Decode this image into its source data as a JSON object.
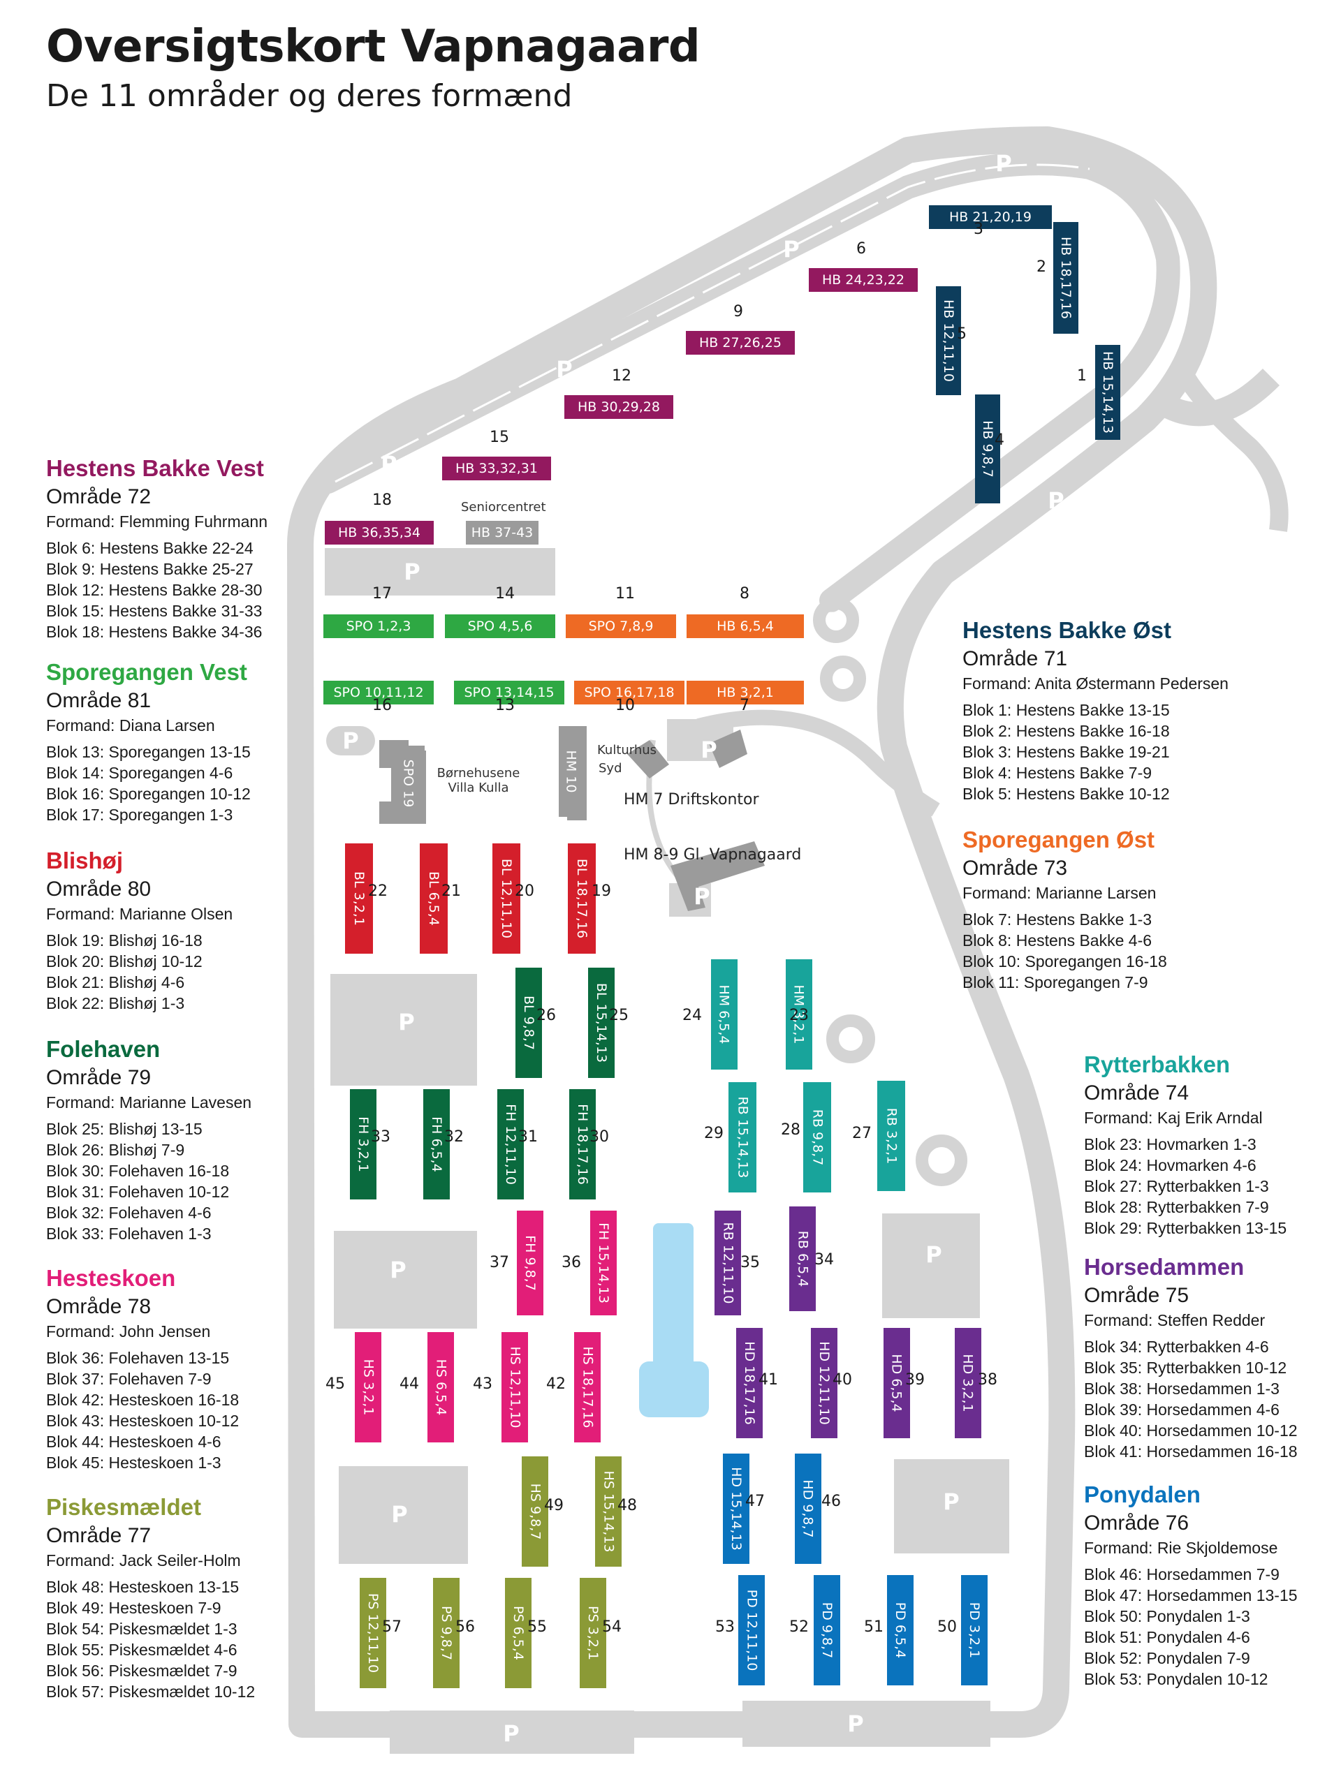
{
  "title": "Oversigtskort Vapnagaard",
  "subtitle": "De 11 områder og deres formænd",
  "colors": {
    "hbv": "#93195f",
    "hbo": "#0d3d5c",
    "spv": "#2ea843",
    "spo": "#ee6a24",
    "bl": "#d41f2b",
    "fh": "#0a6a3e",
    "hs": "#e21e78",
    "ps": "#8b9a36",
    "rb": "#18a49b",
    "hd": "#6a2d8f",
    "pd": "#0a73bd",
    "grey": "#9b9b9b",
    "road": "#d4d4d4",
    "water": "#a9dcf4"
  },
  "parking_symbol": "P",
  "labels": {
    "seniorcentret": "Seniorcentret",
    "bornehusene": "Børnehusene",
    "villa_kulla": "Villa Kulla",
    "kulturhus": "Kulturhus",
    "syd": "Syd",
    "hm7": "HM 7 Driftskontor",
    "hm89": "HM 8-9 Gl. Vapnagaard"
  },
  "legend": [
    {
      "key": "hbv",
      "title": "Hestens Bakke Vest",
      "area": "Område 72",
      "formand": "Formand: Flemming Fuhrmann",
      "blocks": [
        "Blok 6: Hestens Bakke 22-24",
        "Blok 9: Hestens Bakke 25-27",
        "Blok 12: Hestens Bakke 28-30",
        "Blok 15: Hestens Bakke 31-33",
        "Blok 18: Hestens Bakke 34-36"
      ]
    },
    {
      "key": "spv",
      "title": "Sporegangen Vest",
      "area": "Område 81",
      "formand": "Formand: Diana Larsen",
      "blocks": [
        "Blok 13: Sporegangen 13-15",
        "Blok 14: Sporegangen 4-6",
        "Blok 16: Sporegangen 10-12",
        "Blok 17: Sporegangen 1-3"
      ]
    },
    {
      "key": "bl",
      "title": "Blishøj",
      "area": "Område 80",
      "formand": "Formand: Marianne Olsen",
      "blocks": [
        "Blok 19: Blishøj 16-18",
        "Blok 20: Blishøj 10-12",
        "Blok 21: Blishøj 4-6",
        "Blok 22: Blishøj 1-3"
      ]
    },
    {
      "key": "fh",
      "title": "Folehaven",
      "area": "Område 79",
      "formand": "Formand: Marianne Lavesen",
      "blocks": [
        "Blok 25: Blishøj 13-15",
        "Blok 26: Blishøj 7-9",
        "Blok 30: Folehaven 16-18",
        "Blok 31: Folehaven 10-12",
        "Blok 32: Folehaven 4-6",
        "Blok 33: Folehaven 1-3"
      ]
    },
    {
      "key": "hs",
      "title": "Hesteskoen",
      "area": "Område 78",
      "formand": "Formand: John Jensen",
      "blocks": [
        "Blok 36: Folehaven 13-15",
        "Blok 37: Folehaven 7-9",
        "Blok 42: Hesteskoen 16-18",
        "Blok 43: Hesteskoen 10-12",
        "Blok 44: Hesteskoen 4-6",
        "Blok 45: Hesteskoen 1-3"
      ]
    },
    {
      "key": "ps",
      "title": "Piskesmældet",
      "area": "Område 77",
      "formand": "Formand: Jack Seiler-Holm",
      "blocks": [
        "Blok 48: Hesteskoen 13-15",
        "Blok 49: Hesteskoen 7-9",
        "Blok 54: Piskesmældet 1-3",
        "Blok 55: Piskesmældet 4-6",
        "Blok 56: Piskesmældet 7-9",
        "Blok 57: Piskesmældet 10-12"
      ]
    },
    {
      "key": "hbo",
      "title": "Hestens Bakke Øst",
      "area": "Område 71",
      "formand": "Formand: Anita Østermann Pedersen",
      "blocks": [
        "Blok 1: Hestens Bakke 13-15",
        "Blok 2: Hestens Bakke 16-18",
        "Blok 3: Hestens Bakke 19-21",
        "Blok 4: Hestens Bakke 7-9",
        "Blok 5: Hestens Bakke 10-12"
      ]
    },
    {
      "key": "spo",
      "title": "Sporegangen Øst",
      "area": "Område 73",
      "formand": "Formand: Marianne Larsen",
      "blocks": [
        "Blok 7: Hestens Bakke 1-3",
        "Blok 8: Hestens Bakke 4-6",
        "Blok 10: Sporegangen 16-18",
        "Blok 11: Sporegangen 7-9"
      ]
    },
    {
      "key": "rb",
      "title": "Rytterbakken",
      "area": "Område 74",
      "formand": "Formand: Kaj Erik Arndal",
      "blocks": [
        "Blok 23: Hovmarken 1-3",
        "Blok 24: Hovmarken 4-6",
        "Blok 27: Rytterbakken 1-3",
        "Blok 28: Rytterbakken 7-9",
        "Blok 29: Rytterbakken 13-15"
      ]
    },
    {
      "key": "hd",
      "title": "Horsedammen",
      "area": "Område 75",
      "formand": "Formand: Steffen Redder",
      "blocks": [
        "Blok 34: Rytterbakken 4-6",
        "Blok 35: Rytterbakken 10-12",
        "Blok 38: Horsedammen 1-3",
        "Blok 39: Horsedammen 4-6",
        "Blok 40: Horsedammen 10-12",
        "Blok 41: Horsedammen 16-18"
      ]
    },
    {
      "key": "pd",
      "title": "Ponydalen",
      "area": "Område 76",
      "formand": "Formand: Rie Skjoldemose",
      "blocks": [
        "Blok 46: Horsedammen 7-9",
        "Blok 47: Horsedammen 13-15",
        "Blok 50: Ponydalen 1-3",
        "Blok 51: Ponydalen 4-6",
        "Blok 52: Ponydalen 7-9",
        "Blok 53: Ponydalen 10-12"
      ]
    }
  ],
  "blocks": [
    {
      "no": "3",
      "label": "HB 21,20,19",
      "color": "hbo"
    },
    {
      "no": "2",
      "label": "HB 18,17,16",
      "color": "hbo"
    },
    {
      "no": "1",
      "label": "HB 15,14,13",
      "color": "hbo"
    },
    {
      "no": "5",
      "label": "HB 12,11,10",
      "color": "hbo"
    },
    {
      "no": "4",
      "label": "HB 9,8,7",
      "color": "hbo"
    },
    {
      "no": "6",
      "label": "HB 24,23,22",
      "color": "hbv"
    },
    {
      "no": "9",
      "label": "HB 27,26,25",
      "color": "hbv"
    },
    {
      "no": "12",
      "label": "HB 30,29,28",
      "color": "hbv"
    },
    {
      "no": "15",
      "label": "HB 33,32,31",
      "color": "hbv"
    },
    {
      "no": "18",
      "label": "HB 36,35,34",
      "color": "hbv"
    },
    {
      "no": "",
      "label": "HB 37-43",
      "color": "grey"
    },
    {
      "no": "17",
      "label": "SPO 1,2,3",
      "color": "spv"
    },
    {
      "no": "14",
      "label": "SPO 4,5,6",
      "color": "spv"
    },
    {
      "no": "11",
      "label": "SPO 7,8,9",
      "color": "spo"
    },
    {
      "no": "8",
      "label": "HB 6,5,4",
      "color": "spo"
    },
    {
      "no": "16",
      "label": "SPO 10,11,12",
      "color": "spv"
    },
    {
      "no": "13",
      "label": "SPO 13,14,15",
      "color": "spv"
    },
    {
      "no": "10",
      "label": "SPO 16,17,18",
      "color": "spo"
    },
    {
      "no": "7",
      "label": "HB 3,2,1",
      "color": "spo"
    },
    {
      "no": "",
      "label": "SPO 19",
      "color": "grey"
    },
    {
      "no": "",
      "label": "HM 10",
      "color": "grey"
    },
    {
      "no": "22",
      "label": "BL 3,2,1",
      "color": "bl"
    },
    {
      "no": "21",
      "label": "BL 6,5,4",
      "color": "bl"
    },
    {
      "no": "20",
      "label": "BL 12,11,10",
      "color": "bl"
    },
    {
      "no": "19",
      "label": "BL 18,17,16",
      "color": "bl"
    },
    {
      "no": "26",
      "label": "BL 9,8,7",
      "color": "fh"
    },
    {
      "no": "25",
      "label": "BL 15,14,13",
      "color": "fh"
    },
    {
      "no": "24",
      "label": "HM 6,5,4",
      "color": "rb"
    },
    {
      "no": "23",
      "label": "HM 3,2,1",
      "color": "rb"
    },
    {
      "no": "33",
      "label": "FH 3,2,1",
      "color": "fh"
    },
    {
      "no": "32",
      "label": "FH 6,5,4",
      "color": "fh"
    },
    {
      "no": "31",
      "label": "FH 12,11,10",
      "color": "fh"
    },
    {
      "no": "30",
      "label": "FH 18,17,16",
      "color": "fh"
    },
    {
      "no": "29",
      "label": "RB 15,14,13",
      "color": "rb"
    },
    {
      "no": "28",
      "label": "RB 9,8,7",
      "color": "rb"
    },
    {
      "no": "27",
      "label": "RB 3,2,1",
      "color": "rb"
    },
    {
      "no": "37",
      "label": "FH 9,8,7",
      "color": "hs"
    },
    {
      "no": "36",
      "label": "FH 15,14,13",
      "color": "hs"
    },
    {
      "no": "35",
      "label": "RB 12,11,10",
      "color": "hd"
    },
    {
      "no": "34",
      "label": "RB 6,5,4",
      "color": "hd"
    },
    {
      "no": "45",
      "label": "HS 3,2,1",
      "color": "hs"
    },
    {
      "no": "44",
      "label": "HS 6,5,4",
      "color": "hs"
    },
    {
      "no": "43",
      "label": "HS 12,11,10",
      "color": "hs"
    },
    {
      "no": "42",
      "label": "HS 18,17,16",
      "color": "hs"
    },
    {
      "no": "41",
      "label": "HD 18,17,16",
      "color": "hd"
    },
    {
      "no": "40",
      "label": "HD 12,11,10",
      "color": "hd"
    },
    {
      "no": "39",
      "label": "HD 6,5,4",
      "color": "hd"
    },
    {
      "no": "38",
      "label": "HD 3,2,1",
      "color": "hd"
    },
    {
      "no": "49",
      "label": "HS 9,8,7",
      "color": "ps"
    },
    {
      "no": "48",
      "label": "HS 15,14,13",
      "color": "ps"
    },
    {
      "no": "47",
      "label": "HD 15,14,13",
      "color": "pd"
    },
    {
      "no": "46",
      "label": "HD 9,8,7",
      "color": "pd"
    },
    {
      "no": "57",
      "label": "PS 12,11,10",
      "color": "ps"
    },
    {
      "no": "56",
      "label": "PS 9,8,7",
      "color": "ps"
    },
    {
      "no": "55",
      "label": "PS 6,5,4",
      "color": "ps"
    },
    {
      "no": "54",
      "label": "PS 3,2,1",
      "color": "ps"
    },
    {
      "no": "53",
      "label": "PD 12,11,10",
      "color": "pd"
    },
    {
      "no": "52",
      "label": "PD 9,8,7",
      "color": "pd"
    },
    {
      "no": "51",
      "label": "PD 6,5,4",
      "color": "pd"
    },
    {
      "no": "50",
      "label": "PD 3,2,1",
      "color": "pd"
    }
  ]
}
